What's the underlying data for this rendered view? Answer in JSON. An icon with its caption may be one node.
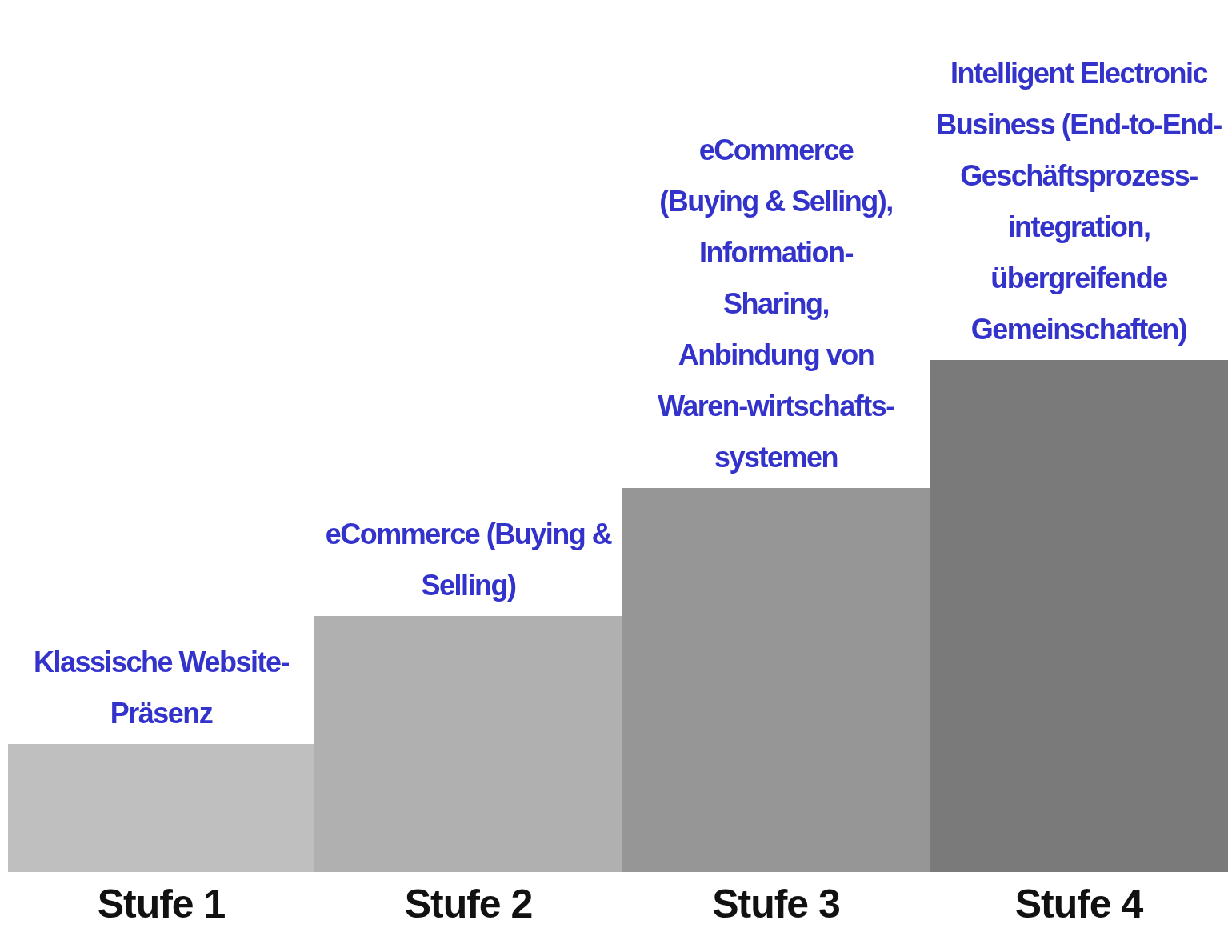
{
  "diagram": {
    "nodes": [
      {
        "text": [
          "Klassische Website-Präsenz"
        ],
        "beside": [
          "Stufe 1"
        ]
      },
      {
        "text": [
          "eCommerce (Buying & Selling)"
        ],
        "beside": [
          "Stufe 2"
        ]
      },
      {
        "text": [
          "eCommerce (Buying & Selling), Information-Sharing, Anbindung von Waren-wirtschafts-systemen"
        ],
        "beside": [
          "Stufe 3"
        ]
      },
      {
        "text": [
          "Intelligent Electronic Business (End-to-End-Geschäftsprozess-integration, übergreifende Gemeinschaften)"
        ],
        "beside": [
          "Stufe 4"
        ]
      }
    ]
  }
}
